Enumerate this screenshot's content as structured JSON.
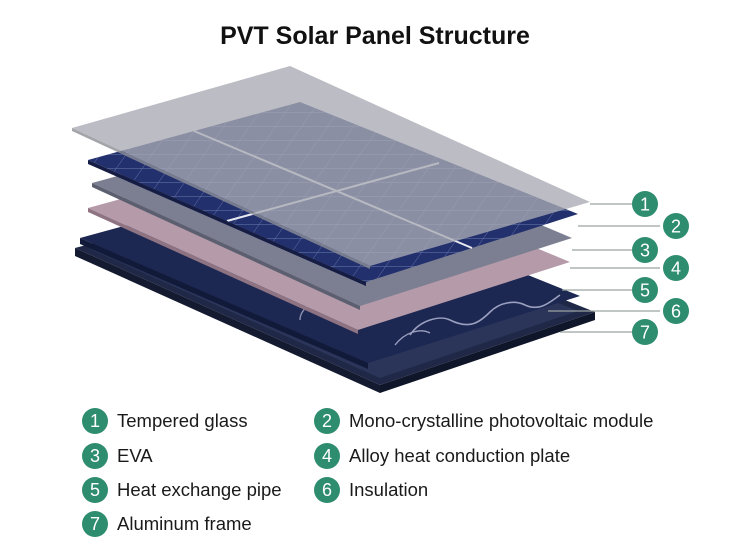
{
  "title": "PVT Solar Panel Structure",
  "colors": {
    "badge": "#2e8c6f",
    "glass": "#a9abb3",
    "pv_module": "#23306e",
    "eva": "#7c7f92",
    "alloy_plate": "#b59aa9",
    "pipe_layer": "#1e2a57",
    "frame": "#2a3354"
  },
  "callouts": [
    "1",
    "2",
    "3",
    "4",
    "5",
    "6",
    "7"
  ],
  "legend": [
    {
      "num": "1",
      "label": "Tempered glass"
    },
    {
      "num": "2",
      "label": "Mono-crystalline photovoltaic module"
    },
    {
      "num": "3",
      "label": "EVA"
    },
    {
      "num": "4",
      "label": "Alloy heat conduction plate"
    },
    {
      "num": "5",
      "label": "Heat exchange pipe"
    },
    {
      "num": "6",
      "label": "Insulation"
    },
    {
      "num": "7",
      "label": "Aluminum frame"
    }
  ]
}
